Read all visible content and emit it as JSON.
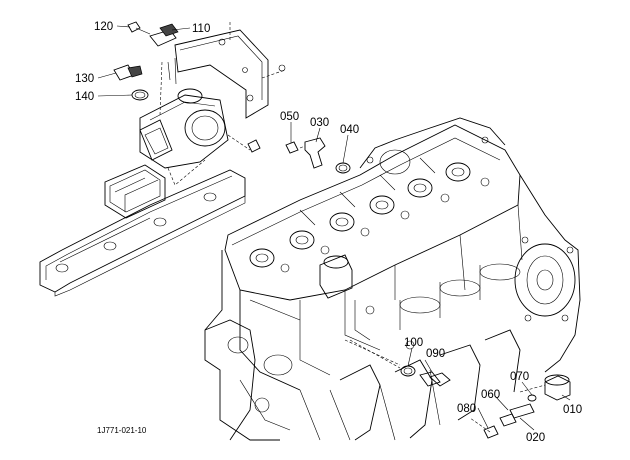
{
  "callouts": {
    "c010": "010",
    "c020": "020",
    "c030": "030",
    "c040": "040",
    "c050": "050",
    "c060": "060",
    "c070": "070",
    "c080": "080",
    "c090": "090",
    "c100": "100",
    "c110": "110",
    "c120": "120",
    "c130": "130",
    "c140": "140"
  },
  "document_code": "1J771-021-10"
}
